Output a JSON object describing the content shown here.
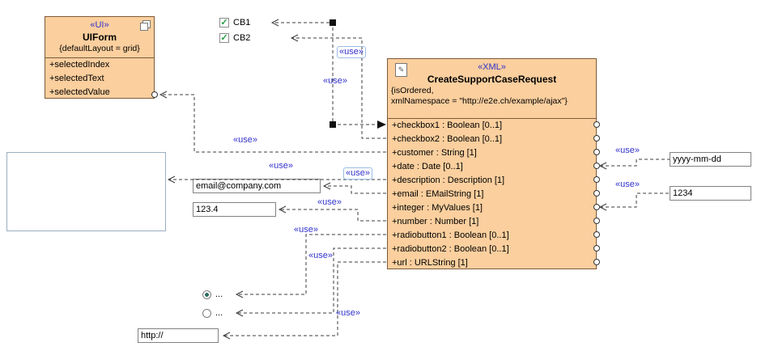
{
  "diagram": {
    "uiform": {
      "stereotype": "«UI»",
      "name": "UIForm",
      "tagged_value": "{defaultLayout = grid}",
      "attributes": [
        "+selectedIndex",
        "+selectedText",
        "+selectedValue"
      ]
    },
    "request_class": {
      "stereotype": "«XML»",
      "name": "CreateSupportCaseRequest",
      "tagged_value_line1": "{isOrdered,",
      "tagged_value_line2": "xmlNamespace = \"http://e2e.ch/example/ajax\"}",
      "attributes": [
        "+checkbox1 : Boolean [0..1]",
        "+checkbox2 : Boolean [0..1]",
        "+customer : String [1]",
        "+date : Date [0..1]",
        "+description : Description [1]",
        "+email : EMailString [1]",
        "+integer : MyValues [1]",
        "+number : Number [1]",
        "+radiobutton1 : Boolean [0..1]",
        "+radiobutton2 : Boolean [0..1]",
        "+url : URLString [1]"
      ]
    },
    "checkboxes": [
      {
        "label": "CB1",
        "checked": true
      },
      {
        "label": "CB2",
        "checked": true
      }
    ],
    "radios": [
      {
        "label": "...",
        "selected": true
      },
      {
        "label": "...",
        "selected": false
      }
    ],
    "fields": {
      "date": "yyyy-mm-dd",
      "integer": "1234",
      "email": "email@company.com",
      "number": "123.4",
      "url": "http://"
    },
    "labels": {
      "use": "«use»"
    },
    "icons": {
      "check": "✓",
      "class_page": "✎"
    },
    "colors": {
      "class_fill": "#fbcf9e",
      "class_border": "#7d5a38",
      "stereotype_text": "#3232cd",
      "use_label_text": "#3232cd",
      "check_green": "#1f9e3e"
    }
  }
}
